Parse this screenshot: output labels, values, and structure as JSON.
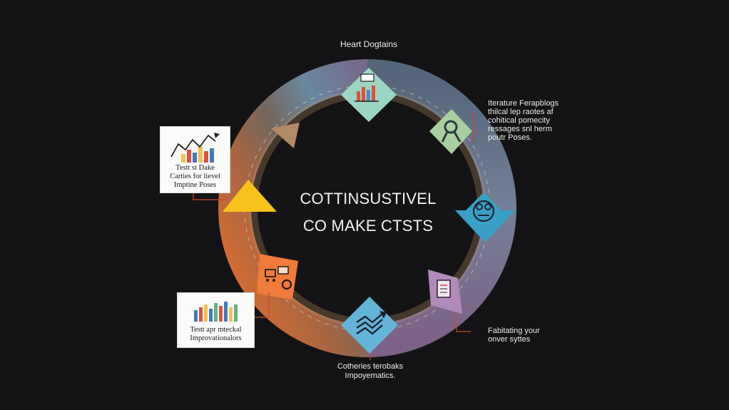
{
  "center": {
    "line1": "COTTINSUSTIVEL",
    "line2": "CO MAKE CTSTS"
  },
  "labels": {
    "top": [
      "Heart Dogtains"
    ],
    "right_top": [
      "Iterature Ferapblogs",
      "thilcal lep raotes af",
      "cohitical pomecity",
      "ressages snl herm",
      "poutr Poses."
    ],
    "right_bottom": [
      "Fabitating your",
      "onver syttes"
    ],
    "bottom": [
      "Cotheries terobaks",
      "Impoyematics."
    ]
  },
  "cards": {
    "left_top": [
      "Testt st Dake",
      "Carties for lievel",
      "Imptine Poses"
    ],
    "left_bottom": [
      "Testt apr mteckal",
      "Improvationalors"
    ]
  },
  "colors": {
    "background": "#131315",
    "ring_orange": "#f0742c",
    "ring_tan": "#8a6a4d",
    "ring_blue": "#6e8ea6",
    "ring_purple": "#8a6a92",
    "arrow_yellow": "#f7c21b",
    "arrow_blue": "#3a9fc4",
    "marker_teal": "#9bd6c4",
    "marker_blue": "#64b4d8",
    "marker_green": "#a9cfa0",
    "marker_orange": "#f07b3a",
    "marker_purple": "#b08ab8",
    "leader_red": "#d2442c"
  },
  "icons": {
    "top": "bar-chart-icon",
    "top_right": "ribbon-icon",
    "right": "people-circle-icon",
    "bottom_right": "document-icon",
    "bottom": "trend-arrow-icon",
    "left": "cart-gear-icon"
  }
}
